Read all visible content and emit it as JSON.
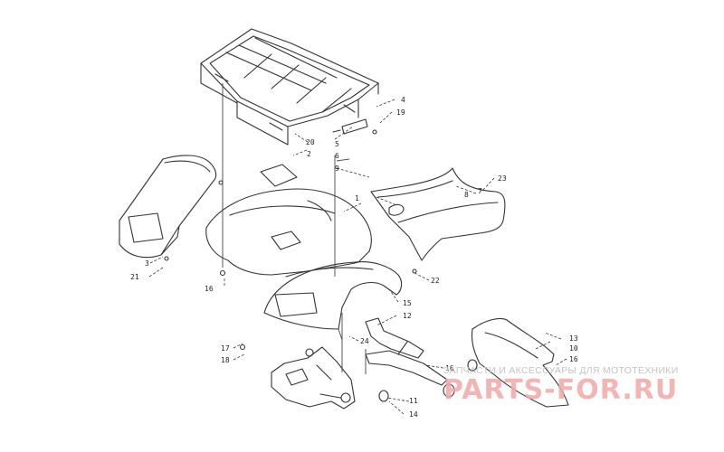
{
  "callouts": [
    "1",
    "2",
    "3",
    "4",
    "5",
    "6",
    "7",
    "8",
    "9",
    "10",
    "11",
    "12",
    "13",
    "14",
    "15",
    "16",
    "16",
    "16",
    "17",
    "18",
    "19",
    "20",
    "21",
    "22",
    "23",
    "24"
  ],
  "watermark": {
    "caption": "ЗАПЧАСТИ И АКСЕССУАРЫ ДЛЯ МОТОТЕХНИКИ",
    "logo": "PARTS-FOR.RU"
  }
}
